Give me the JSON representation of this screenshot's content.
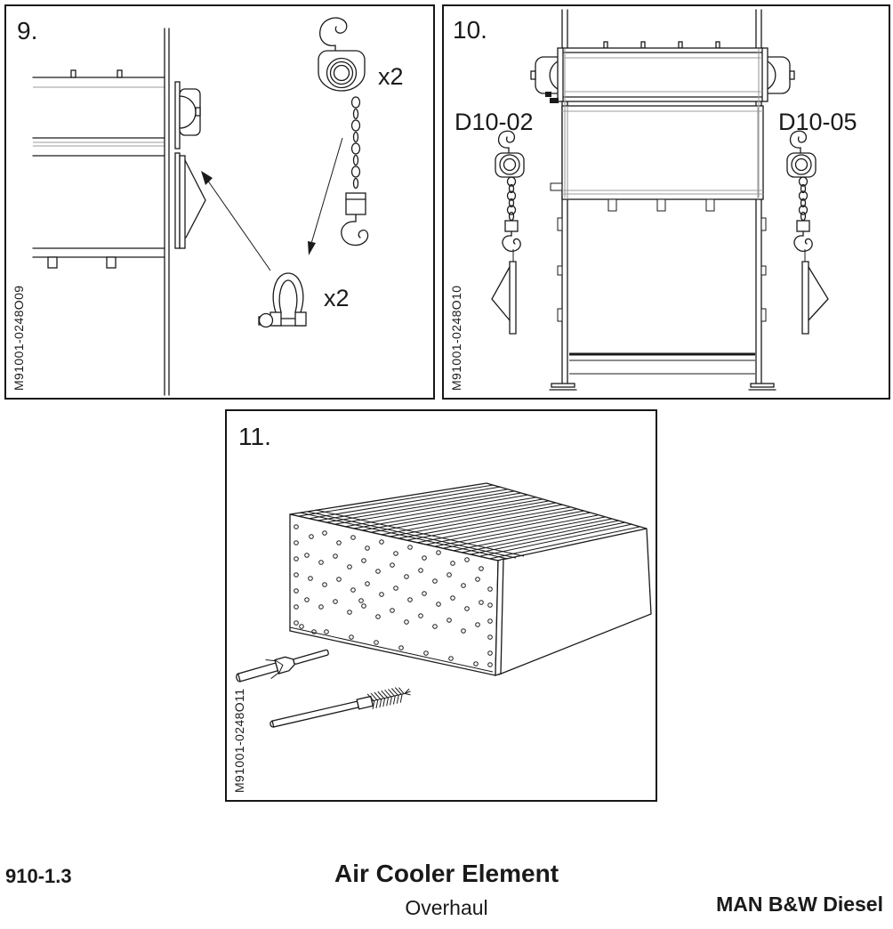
{
  "page": {
    "background": "#ffffff",
    "line_color": "#1a1a1a",
    "hidden_line_color": "#9b9b9b"
  },
  "figures": {
    "fig9": {
      "number": "9.",
      "code": "M91001-0248O09",
      "hoist_quantity": "x2",
      "shackle_quantity": "x2"
    },
    "fig10": {
      "number": "10.",
      "code": "M91001-0248O10",
      "left_tool_label": "D10-02",
      "right_tool_label": "D10-05"
    },
    "fig11": {
      "number": "11.",
      "code": "M91001-0248O11"
    }
  },
  "footer": {
    "section_number": "910-1.3",
    "title": "Air Cooler Element",
    "subtitle": "Overhaul",
    "company": "MAN B&W Diesel"
  }
}
